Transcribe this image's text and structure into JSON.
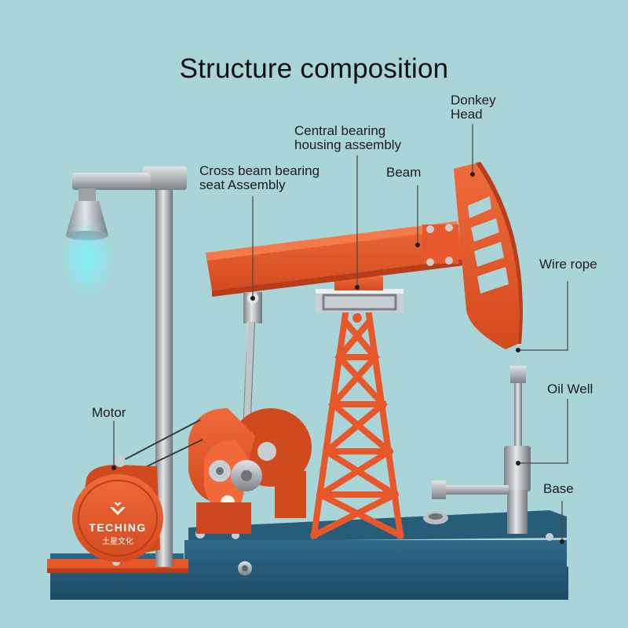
{
  "title": "Structure composition",
  "labels": {
    "donkey_head": [
      "Donkey",
      "Head"
    ],
    "central_bearing": [
      "Central bearing",
      "housing assembly"
    ],
    "beam": "Beam",
    "cross_beam": [
      "Cross beam bearing",
      "seat Assembly"
    ],
    "wire_rope": "Wire rope",
    "motor": "Motor",
    "oil_well": "Oil Well",
    "base": "Base"
  },
  "brand": {
    "name": "TECHING",
    "subtitle": "土星文化"
  },
  "colors": {
    "background": "#a9d4d8",
    "orange": "#e8572a",
    "orange_dark": "#b83d18",
    "base_blue": "#1f4f6a",
    "steel": "#b9bec4",
    "leader": "#4a4a4a",
    "glow": "#6fe6ee"
  }
}
